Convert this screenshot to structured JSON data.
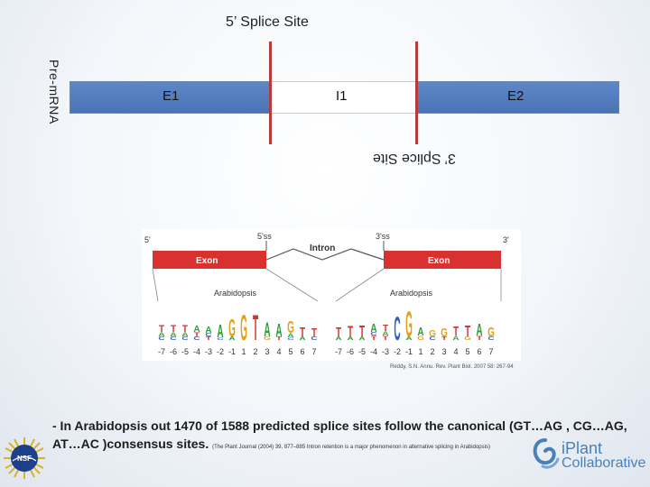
{
  "header": {
    "five_prime_title": "5’ Splice Site",
    "pre_mrna_label": "Pre-mRNA",
    "three_prime_title": "3’ Splice Site"
  },
  "segments": {
    "exon1": "E1",
    "intron1": "I1",
    "exon2": "E2"
  },
  "figure": {
    "five_prime_end": "5'",
    "three_prime_end": "3'",
    "five_ss": "5'ss",
    "three_ss": "3'ss",
    "intron": "Intron",
    "exon_left": "Exon",
    "exon_right": "Exon",
    "species_left": "Arabidopsis",
    "species_right": "Arabidopsis",
    "positions_left": [
      "-7",
      "-6",
      "-5",
      "-4",
      "-3",
      "-2",
      "-1",
      "1",
      "2",
      "3",
      "4",
      "5",
      "6",
      "7"
    ],
    "positions_right": [
      "-7",
      "-6",
      "-5",
      "-4",
      "-3",
      "-2",
      "-1",
      "1",
      "2",
      "3",
      "4",
      "5",
      "6",
      "7"
    ],
    "reference": "Reddy, S.N. Annu. Rev. Plant Biol. 2007 58: 267-94"
  },
  "footer": {
    "bullet_text": "- In Arabidopsis out 1470 of 1588 predicted splice sites follow the canonical (GT…AG , CG…AG, AT…AC )consensus sites.",
    "reference": "(The Plant Journal (2004) 39, 877–885 Intron retention is a major phenomenon in alternative splicing in Arabidopsis)",
    "logo_nsf": "NSF",
    "logo_iplant_name": "iPlant",
    "logo_iplant_sub": "Collaborative"
  },
  "colors": {
    "exon_blue": "#4a73b7",
    "splice_line_red": "#b83b3b",
    "figure_exon_red": "#d93030",
    "logo_blue": "#4a80b8"
  }
}
